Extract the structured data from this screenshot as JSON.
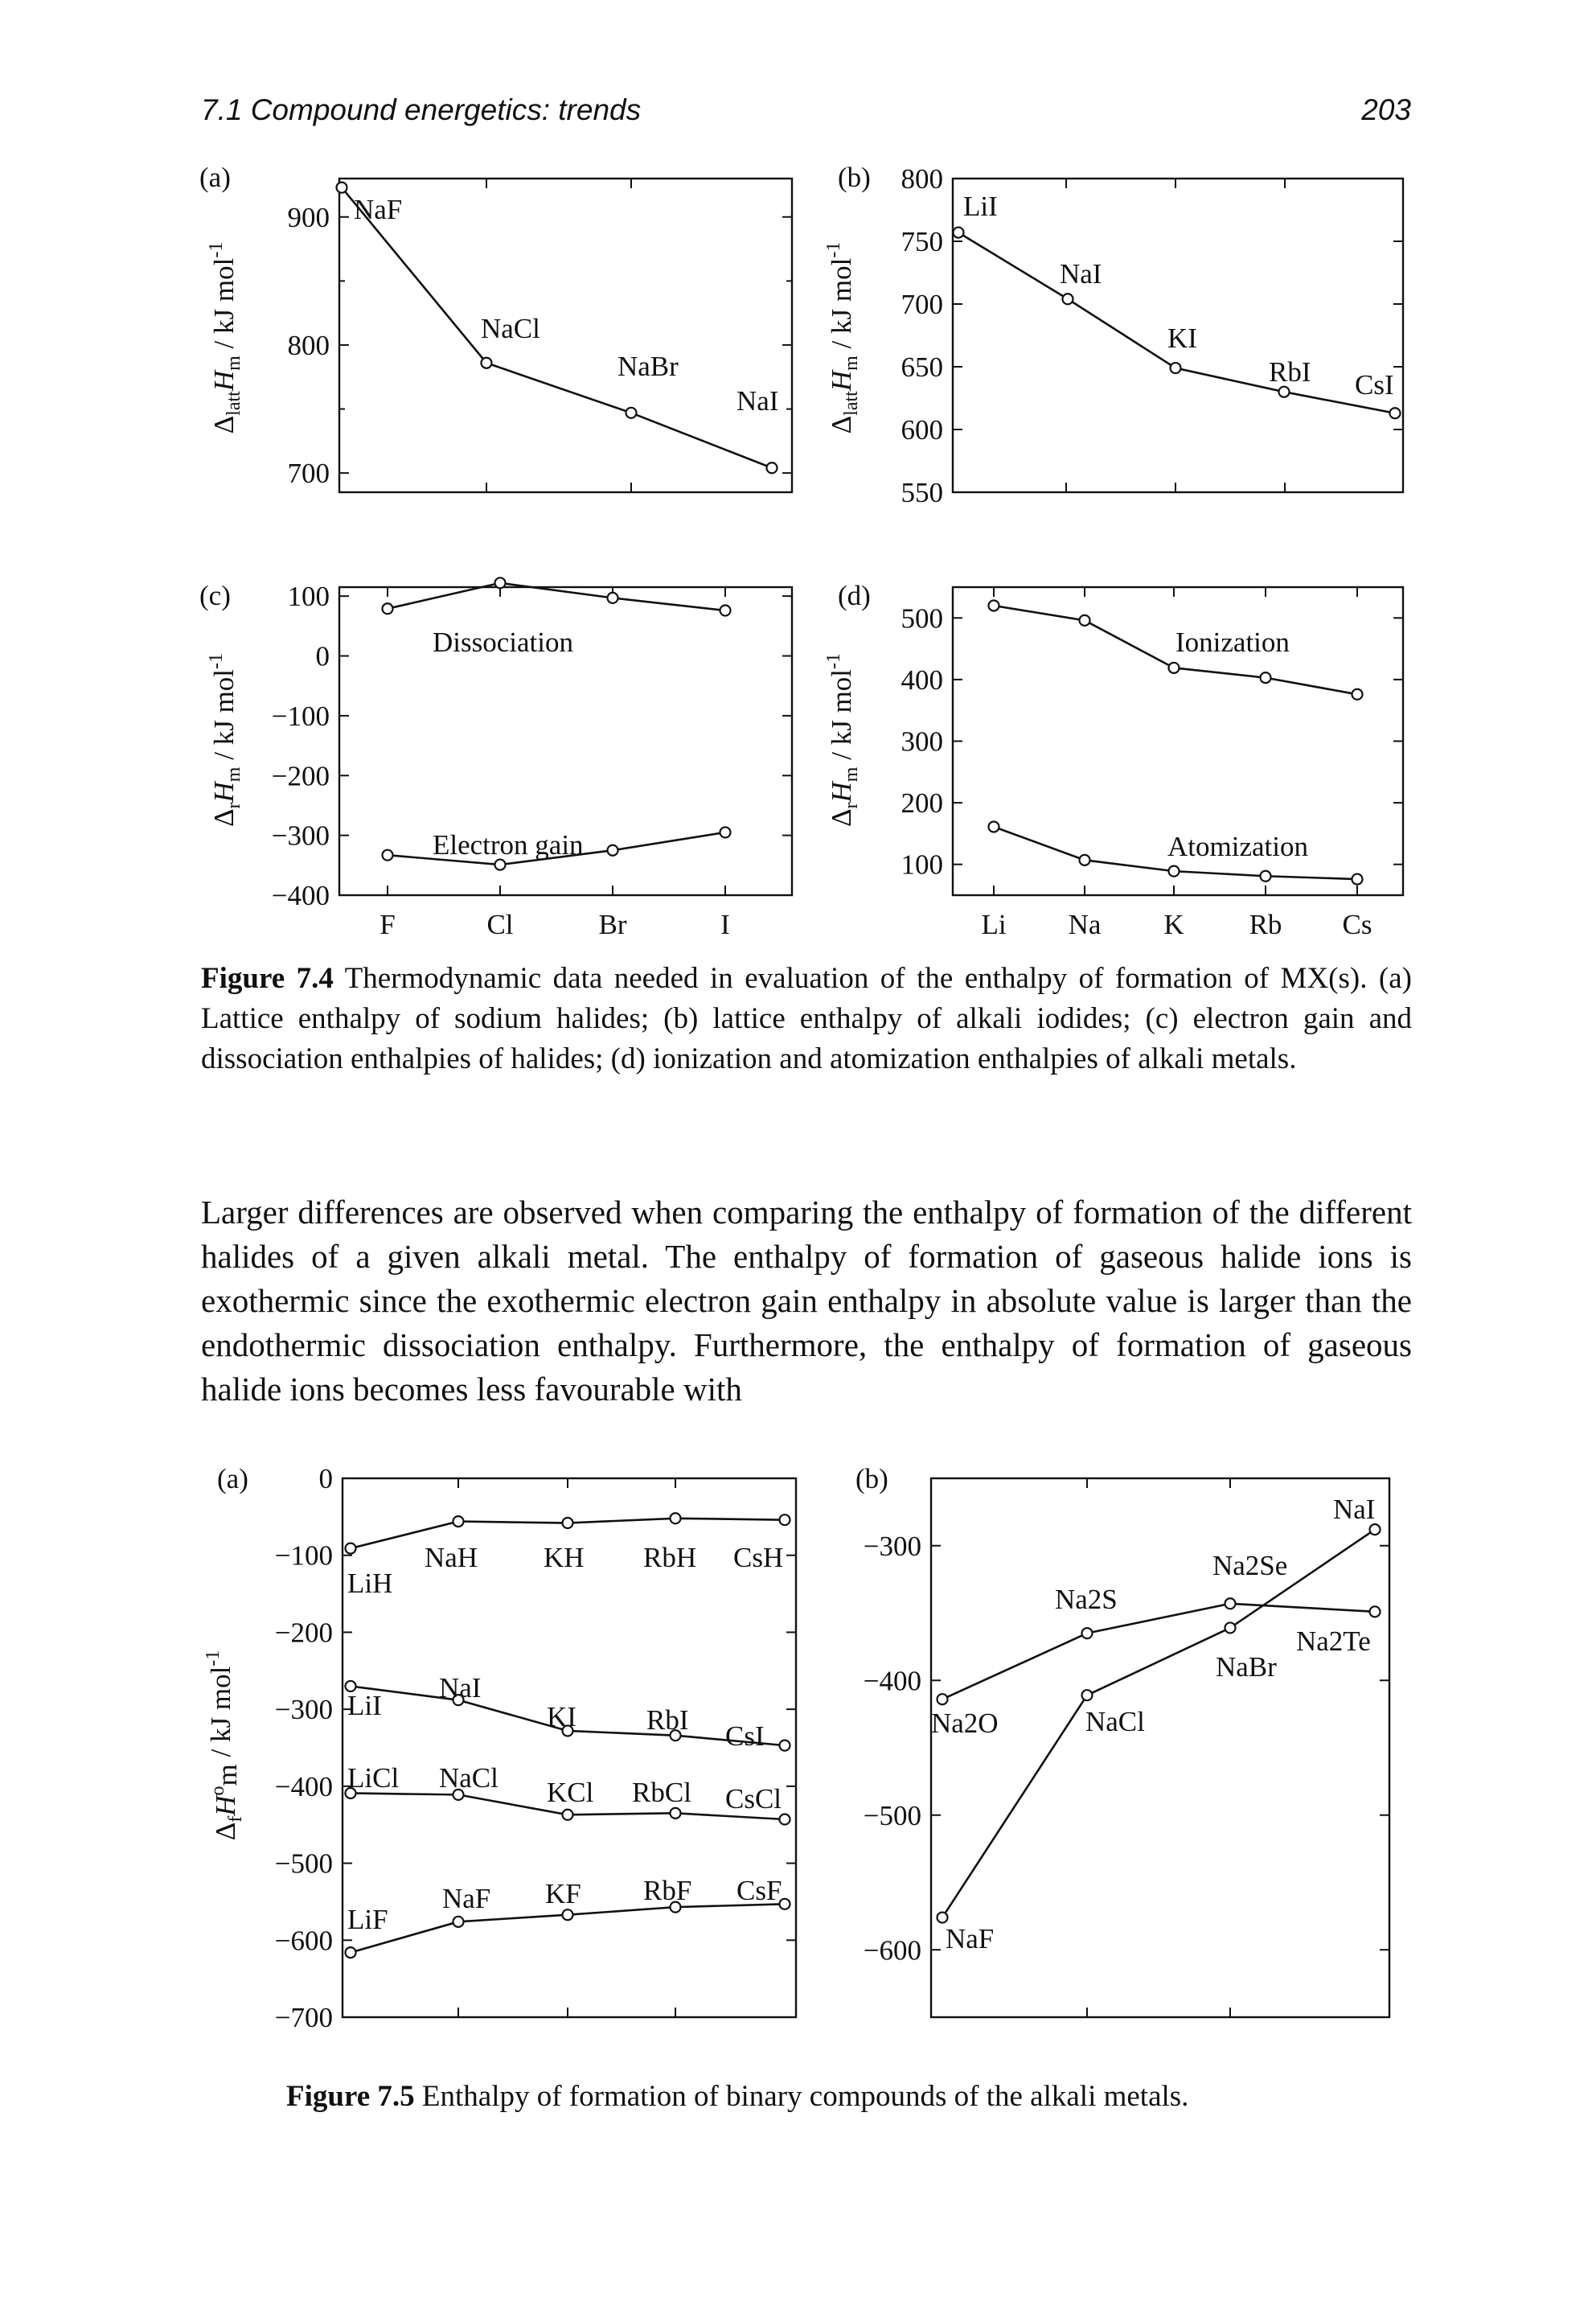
{
  "header": {
    "left": "7.1 Compound energetics: trends",
    "right": "203"
  },
  "fig74": {
    "panels": [
      {
        "id": "a",
        "tag": "(a)",
        "ylabel": "ΔlattHm / kJ mol-1",
        "yticks": [
          "900",
          "800",
          "700"
        ],
        "xticks": []
      },
      {
        "id": "b",
        "tag": "(b)",
        "ylabel": "ΔlattHm / kJ mol-1",
        "yticks": [
          "800",
          "750",
          "700",
          "650",
          "600",
          "550"
        ],
        "xticks": []
      },
      {
        "id": "c",
        "tag": "(c)",
        "ylabel": "ΔrHm / kJ mol-1",
        "yticks": [
          "100",
          "0",
          "-100",
          "-200",
          "-300",
          "-400"
        ],
        "xticks": [
          "F",
          "Cl",
          "Br",
          "I"
        ]
      },
      {
        "id": "d",
        "tag": "(d)",
        "ylabel": "ΔrHm / kJ mol-1",
        "yticks": [
          "500",
          "400",
          "300",
          "200",
          "100"
        ],
        "xticks": [
          "Li",
          "Na",
          "K",
          "Rb",
          "Cs"
        ]
      }
    ],
    "caption_label": "Figure 7.4",
    "caption_text": " Thermodynamic data needed in evaluation of the enthalpy of formation of MX(s). (a) Lattice enthalpy of sodium halides; (b) lattice enthalpy of alkali iodides; (c) electron gain and dissociation enthalpies of halides; (d) ionization and atomization enthalpies of alkali metals."
  },
  "paragraph": "Larger differences are observed when comparing the enthalpy of formation of the different halides of a given alkali metal. The enthalpy of formation of gaseous halide ions is exothermic since the exothermic electron gain enthalpy in absolute value is larger than the endothermic dissociation enthalpy. Furthermore, the enthalpy of formation of gaseous halide ions becomes less favourable with",
  "fig75": {
    "panels": [
      {
        "id": "a",
        "tag": "(a)",
        "ylabel": "ΔfH°m / kJ mol-1",
        "yticks": [
          "0",
          "-100",
          "-200",
          "-300",
          "-400",
          "-500",
          "-600",
          "-700"
        ]
      },
      {
        "id": "b",
        "tag": "(b)",
        "yticks": [
          "-300",
          "-400",
          "-500",
          "-600"
        ]
      }
    ],
    "caption_label": "Figure 7.5",
    "caption_text": " Enthalpy of formation of binary compounds of the alkali metals."
  },
  "chart_data": [
    {
      "type": "line",
      "panel": "7.4(a)",
      "ylabel": "ΔlattHm / kJ mol-1",
      "ylim": [
        685,
        930
      ],
      "series": [
        {
          "points": [
            {
              "label": "NaF",
              "value": 923
            },
            {
              "label": "NaCl",
              "value": 786
            },
            {
              "label": "NaBr",
              "value": 747
            },
            {
              "label": "NaI",
              "value": 704
            }
          ]
        }
      ]
    },
    {
      "type": "line",
      "panel": "7.4(b)",
      "ylabel": "ΔlattHm / kJ mol-1",
      "ylim": [
        550,
        800
      ],
      "series": [
        {
          "points": [
            {
              "label": "LiI",
              "value": 757
            },
            {
              "label": "NaI",
              "value": 704
            },
            {
              "label": "KI",
              "value": 649
            },
            {
              "label": "RbI",
              "value": 630
            },
            {
              "label": "CsI",
              "value": 613
            }
          ]
        }
      ]
    },
    {
      "type": "line",
      "panel": "7.4(c)",
      "ylabel": "ΔrHm / kJ mol-1",
      "categories": [
        "F",
        "Cl",
        "Br",
        "I"
      ],
      "ylim": [
        -400,
        115
      ],
      "series": [
        {
          "name": "Dissociation",
          "values": [
            79,
            122,
            97,
            76
          ]
        },
        {
          "name": "Electron gain",
          "values": [
            -333,
            -349,
            -325,
            -295
          ]
        }
      ]
    },
    {
      "type": "line",
      "panel": "7.4(d)",
      "ylabel": "ΔrHm / kJ mol-1",
      "categories": [
        "Li",
        "Na",
        "K",
        "Rb",
        "Cs"
      ],
      "ylim": [
        50,
        550
      ],
      "series": [
        {
          "name": "Ionization",
          "values": [
            520,
            496,
            419,
            403,
            376
          ]
        },
        {
          "name": "Atomization",
          "values": [
            161,
            107,
            89,
            81,
            76
          ]
        }
      ]
    },
    {
      "type": "line",
      "panel": "7.5(a)",
      "ylabel": "ΔfH°m / kJ mol-1",
      "ylim": [
        -700,
        0
      ],
      "series": [
        {
          "labels": [
            "LiH",
            "NaH",
            "KH",
            "RbH",
            "CsH"
          ],
          "values": [
            -91,
            -56,
            -58,
            -52,
            -54
          ]
        },
        {
          "labels": [
            "LiI",
            "NaI",
            "KI",
            "RbI",
            "CsI"
          ],
          "values": [
            -270,
            -288,
            -328,
            -334,
            -347
          ]
        },
        {
          "labels": [
            "LiCl",
            "NaCl",
            "KCl",
            "RbCl",
            "CsCl"
          ],
          "values": [
            -409,
            -411,
            -437,
            -435,
            -443
          ]
        },
        {
          "labels": [
            "LiF",
            "NaF",
            "KF",
            "RbF",
            "CsF"
          ],
          "values": [
            -616,
            -576,
            -567,
            -557,
            -553
          ]
        }
      ]
    },
    {
      "type": "line",
      "panel": "7.5(b)",
      "ylim": [
        -650,
        -250
      ],
      "series": [
        {
          "labels": [
            "Na2O",
            "Na2S",
            "Na2Se",
            "Na2Te"
          ],
          "values": [
            -414,
            -365,
            -343,
            -349
          ]
        },
        {
          "labels": [
            "NaF",
            "NaCl",
            "NaBr",
            "NaI"
          ],
          "values": [
            -576,
            -411,
            -361,
            -288
          ]
        }
      ]
    }
  ]
}
